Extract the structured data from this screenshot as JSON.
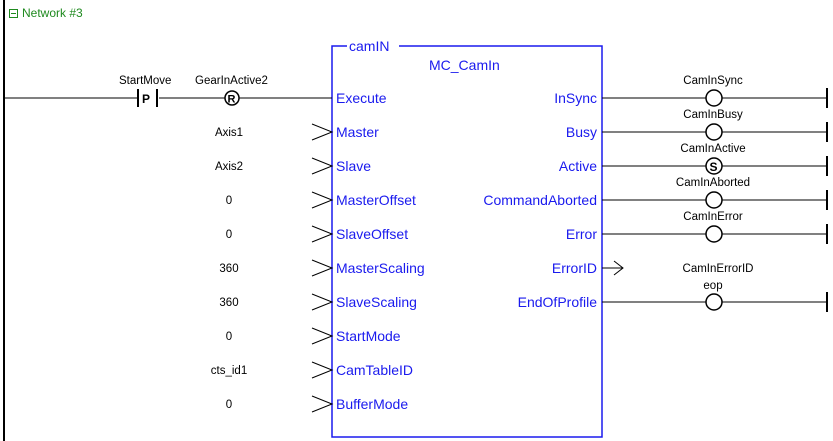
{
  "network": {
    "title": "Network #3",
    "icon": "collapse-icon"
  },
  "block": {
    "instance": "camIN",
    "type": "MC_CamIn",
    "inputs": [
      "Execute",
      "Master",
      "Slave",
      "MasterOffset",
      "SlaveOffset",
      "MasterScaling",
      "SlaveScaling",
      "StartMode",
      "CamTableID",
      "BufferMode"
    ],
    "outputs": [
      "InSync",
      "Busy",
      "Active",
      "CommandAborted",
      "Error",
      "ErrorID",
      "EndOfProfile"
    ]
  },
  "contacts": [
    {
      "name": "StartMove",
      "symbol": "P"
    },
    {
      "name": "GearInActive2",
      "symbol": "R"
    }
  ],
  "input_values": [
    "Axis1",
    "Axis2",
    "0",
    "0",
    "360",
    "360",
    "0",
    "cts_id1",
    "0"
  ],
  "output_coils": [
    {
      "name": "CamInSync",
      "symbol": ""
    },
    {
      "name": "CamInBusy",
      "symbol": ""
    },
    {
      "name": "CamInActive",
      "symbol": "S"
    },
    {
      "name": "CamInAborted",
      "symbol": ""
    },
    {
      "name": "CamInError",
      "symbol": ""
    },
    {
      "name": "CamInErrorID",
      "symbol": ""
    },
    {
      "name": "eop",
      "symbol": ""
    }
  ],
  "colors": {
    "network_title": "#1f8a1f",
    "pin_text": "#1a1aee",
    "block_border": "#1a1aee",
    "wire": "#000000"
  }
}
